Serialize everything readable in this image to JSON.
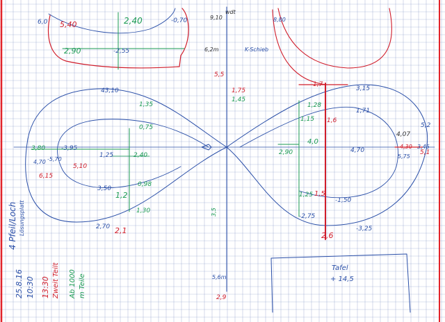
{
  "sheet": {
    "paper_color": "#ffffff",
    "grid_color": "#7d8fc4",
    "margin_color": "#e2232a",
    "blue": "#2a4fa8",
    "red": "#d01c2a",
    "green": "#1a9a52"
  },
  "side_notes": {
    "title": "4 Pfeil/Loch",
    "sub": "Lösungsplatt",
    "date": "25.8.16",
    "time1": "10:30",
    "red_note1": "13:30",
    "red_note2": "Zweit Teilt",
    "green_note1": "Ab 1000",
    "green_note2": "m Teile"
  },
  "top": {
    "t60": "6,0",
    "t540": "5,40",
    "t240": "2,40",
    "t070": "-0,70",
    "t910": "9,10",
    "wdt": "wdt",
    "t880": "8,80",
    "t290": "2,90",
    "t255": "-2,55",
    "t620": "6,2m",
    "kschieb": "K-Schieb",
    "t55": "5,5"
  },
  "left": {
    "t4310": "43,10",
    "t135": "1,35",
    "t075": "0,75",
    "t380": "3,80",
    "t395": "-3,95",
    "t470": "4,70",
    "t570": "-5,70",
    "t510": "5,10",
    "t125": "1,25",
    "t240b": "2,40",
    "t615": "6,15",
    "t350": "3,50",
    "t098": "0,98",
    "t12": "1,2",
    "t130": "1,30",
    "t270": "2,70",
    "t21": "2,1"
  },
  "center": {
    "t175": "1,75",
    "t145": "1,45",
    "t351": "3,5",
    "t56m": "5,6m",
    "t29": "2,9"
  },
  "right": {
    "t17": "1,7",
    "t315": "3,15",
    "t128": "1,28",
    "t171": "1,71",
    "t115": "1,15",
    "t16": "1,6",
    "t290r": "2,90",
    "t40": "4,0",
    "t470r": "4,70",
    "t407": "4,07",
    "t52": "5,2",
    "t430": "4,30",
    "t575": "5,75",
    "t345": "3,45",
    "t51": "5,1",
    "t125r": "1,25",
    "t15": "1,5",
    "t150": "-1,50",
    "t275": "-2,75",
    "t26": "2,6",
    "t325": "-3,25",
    "tafel": "Tafel",
    "t1475": "+ 14,5"
  }
}
